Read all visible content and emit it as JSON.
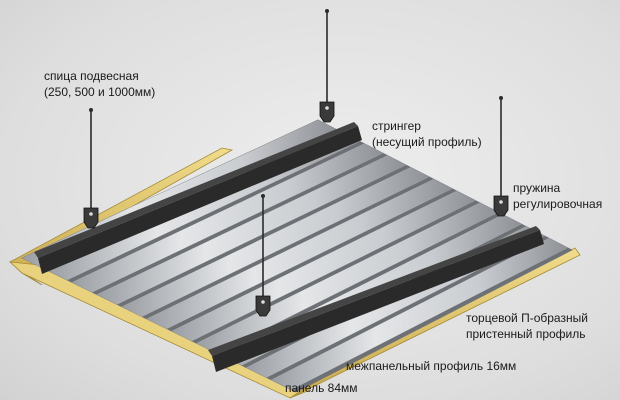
{
  "colors": {
    "background": "#e3e3e3",
    "panel_light": "#e2e4e6",
    "panel_dark": "#8e9195",
    "seam": "#6d7075",
    "stringer": "#2a2a2a",
    "wall_profile": "#e6cf7a",
    "hanger": "#2b2b2b"
  },
  "labels": {
    "hanger_rod_line1": "спица подвесная",
    "hanger_rod_line2": "(250, 500 и 1000мм)",
    "stringer_line1": "стрингер",
    "stringer_line2": "(несущий профиль)",
    "spring_line1": "пружина",
    "spring_line2": "регулировочная",
    "wall_profile_line1": "торцевой П-образный",
    "wall_profile_line2": "пристенный профиль",
    "interpanel_profile": "межпанельный профиль 16мм",
    "panel": "панель 84мм"
  }
}
